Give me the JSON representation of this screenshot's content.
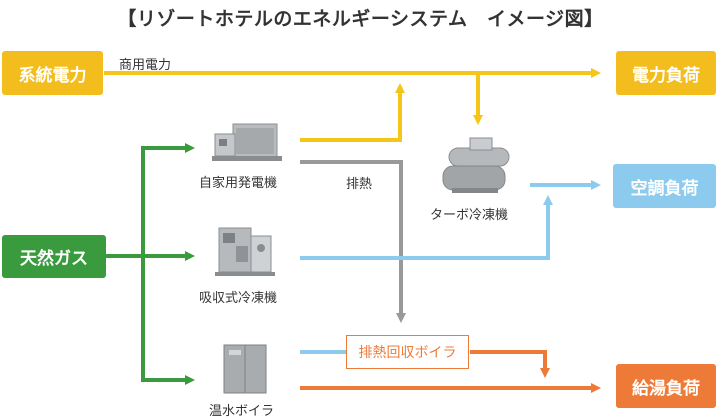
{
  "title": "【リゾートホテルのエネルギーシステム　イメージ図】",
  "sources": {
    "grid_power": "系統電力",
    "natural_gas": "天然ガス"
  },
  "equipment": {
    "generator": "自家用発電機",
    "absorption_chiller": "吸収式冷凍機",
    "hot_water_boiler": "温水ボイラ",
    "turbo_chiller": "ターボ冷凍機",
    "exhaust_heat_boiler": "排熱回収ボイラ"
  },
  "loads": {
    "electric": "電力負荷",
    "cooling": "空調負荷",
    "hot_water": "給湯負荷"
  },
  "flow_labels": {
    "commercial_power": "商用電力",
    "exhaust_heat": "排熱"
  },
  "colors": {
    "electricity": "#f5c518",
    "gas": "#3a9a3e",
    "exhaust": "#999999",
    "cooling": "#8ccbee",
    "hot_water": "#ee7a37",
    "grid_box": "#f2bd1d",
    "cooling_box": "#8ccbee"
  }
}
